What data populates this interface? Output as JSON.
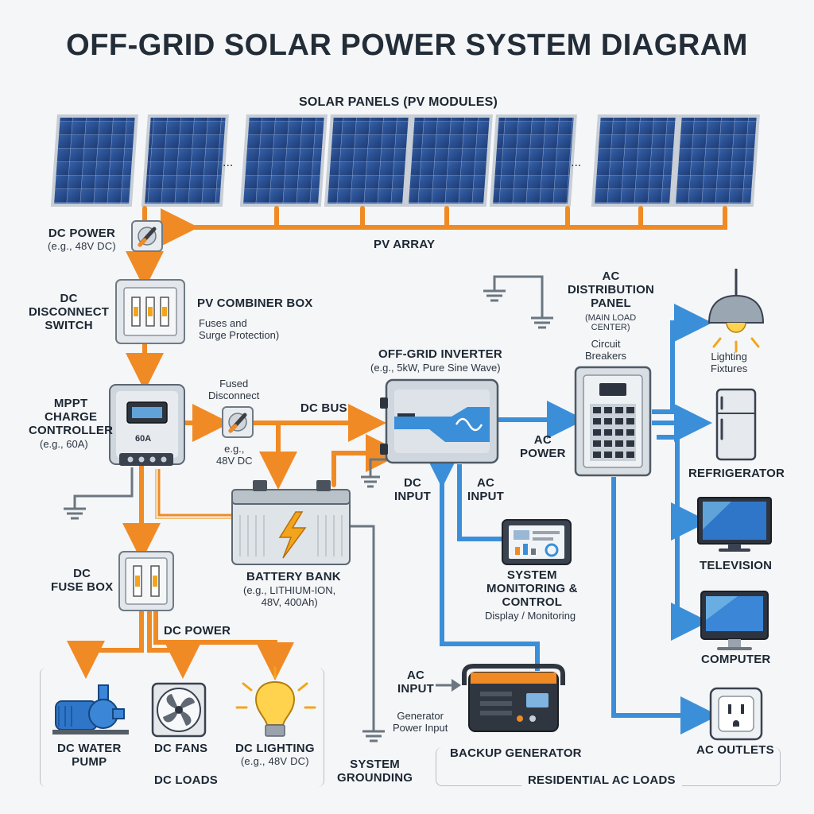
{
  "title": "OFF-GRID SOLAR POWER SYSTEM DIAGRAM",
  "labels": {
    "solar_panels": "SOLAR PANELS (PV MODULES)",
    "pv_array": "PV ARRAY",
    "dc_power_top": "DC POWER",
    "dc_power_top_sub": "(e.g., 48V DC)",
    "dc_disconnect_switch": "DC\nDISCONNECT\nSWITCH",
    "pv_combiner_box": "PV COMBINER BOX",
    "pv_combiner_sub": "Fuses and\nSurge Protection)",
    "mppt": "MPPT\nCHARGE\nCONTROLLER",
    "mppt_sub": "(e.g., 60A)",
    "mppt_display": "60A",
    "fused_disconnect": "Fused\nDisconnect",
    "fused_sub": "e.g.,\n48V DC",
    "dc_bus": "DC BUS",
    "inverter": "OFF-GRID INVERTER",
    "inverter_sub": "(e.g., 5kW, Pure Sine Wave)",
    "dc_input": "DC\nINPUT",
    "ac_input_inv": "AC\nINPUT",
    "ac_power": "AC\nPOWER",
    "ac_panel": "AC\nDISTRIBUTION\nPANEL",
    "ac_panel_sub": "(MAIN LOAD\nCENTER)",
    "circuit_breakers": "Circuit\nBreakers",
    "battery": "BATTERY BANK",
    "battery_sub": "(e.g., LITHIUM-ION,\n48V, 400Ah)",
    "dc_fuse_box": "DC\nFUSE BOX",
    "dc_power_mid": "DC POWER",
    "monitoring": "SYSTEM\nMONITORING &\nCONTROL",
    "monitoring_sub": "Display / Monitoring",
    "ac_input_gen": "AC\nINPUT",
    "gen_power_input": "Generator\nPower Input",
    "backup_generator": "BACKUP GENERATOR",
    "system_grounding": "SYSTEM\nGROUNDING",
    "dc_water_pump": "DC WATER\nPUMP",
    "dc_fans": "DC FANS",
    "dc_lighting": "DC LIGHTING",
    "dc_lighting_sub": "(e.g., 48V DC)",
    "dc_loads": "DC LOADS",
    "lighting_fixtures": "Lighting\nFixtures",
    "refrigerator": "REFRIGERATOR",
    "television": "TELEVISION",
    "computer": "COMPUTER",
    "ac_outlets": "AC OUTLETS",
    "residential_ac_loads": "RESIDENTIAL AC LOADS",
    "ellipsis": "..."
  },
  "colors": {
    "dc_flow": "#f08a24",
    "ac_flow": "#3b8fd9",
    "ground": "#6b7680",
    "panel_cell": "#274b8c",
    "battery_bolt": "#f2a51c"
  }
}
